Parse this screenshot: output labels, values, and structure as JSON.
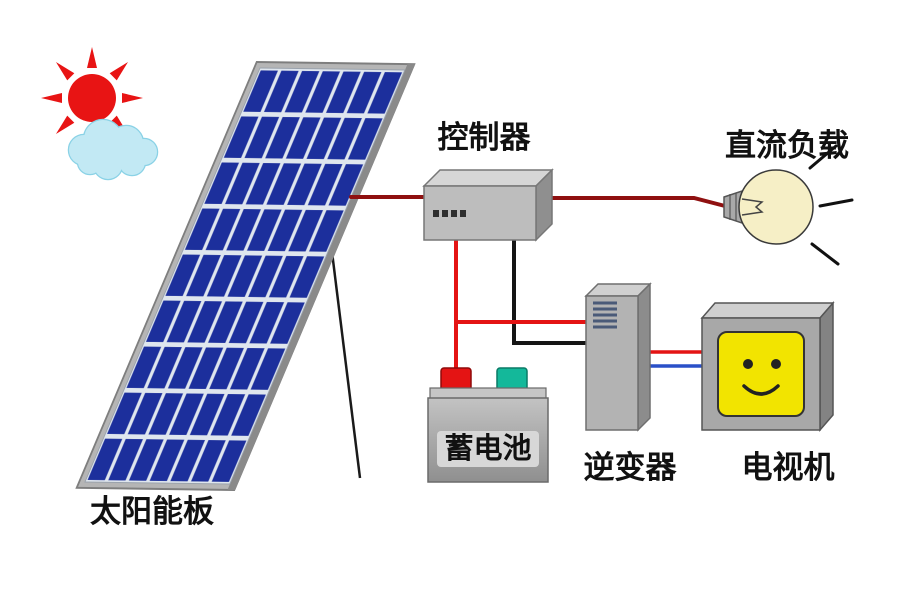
{
  "diagram": {
    "type": "solar-power-system-schematic",
    "background": "#ffffff",
    "nodes": {
      "solar_panel": {
        "label": "太阳能板"
      },
      "controller": {
        "label": "控制器"
      },
      "dc_load": {
        "label": "直流负载"
      },
      "battery": {
        "label": "蓄电池"
      },
      "inverter": {
        "label": "逆变器"
      },
      "tv": {
        "label": "电视机"
      }
    },
    "icons": {
      "sun": "sun-icon",
      "cloud": "cloud-icon",
      "light_bulb": "light-bulb-icon",
      "smiley": "smiley-face-icon"
    },
    "connections": [
      {
        "from": "solar_panel",
        "to": "controller",
        "wire": "dark-red"
      },
      {
        "from": "controller",
        "to": "dc_load",
        "wire": "dark-red"
      },
      {
        "from": "controller",
        "to": "battery",
        "wire": "red"
      },
      {
        "from": "controller",
        "to": "inverter",
        "wire": "black"
      },
      {
        "from": "battery",
        "to": "inverter",
        "wire": "red"
      },
      {
        "from": "inverter",
        "to": "tv",
        "wire": "red"
      },
      {
        "from": "inverter",
        "to": "tv",
        "wire": "blue"
      }
    ],
    "colors": {
      "panel_cell_blue": "#1c2f9c",
      "panel_grid_silver": "#dfe6ee",
      "panel_frame_gray": "#b5b5b5",
      "wire_dark_red": "#8f1010",
      "wire_red": "#e41414",
      "wire_black": "#151515",
      "wire_blue": "#2a50c8",
      "sun_red": "#e81414",
      "cloud_blue": "#c2e9f4",
      "cloud_outline": "#8ad2e6",
      "bulb_glass": "#f6efc6",
      "tv_screen_yellow": "#f2e400",
      "terminal_red": "#e41414",
      "terminal_teal": "#14b89a",
      "box_gray": "#bdbdbd"
    }
  }
}
